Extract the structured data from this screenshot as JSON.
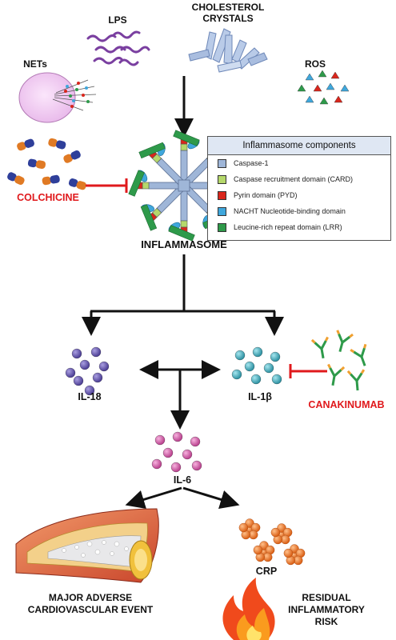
{
  "labels": {
    "lps": "LPS",
    "cholesterol": [
      "CHOLESTEROL",
      "CRYSTALS"
    ],
    "nets": "NETs",
    "ros": "ROS",
    "colchicine": "COLCHICINE",
    "inflammasome": "INFLAMMASOME",
    "il18": "IL-18",
    "il1b": "IL-1β",
    "canakinumab": "CANAKINUMAB",
    "il6": "IL-6",
    "crp": "CRP",
    "mace": [
      "MAJOR ADVERSE",
      "CARDIOVASCULAR EVENT"
    ],
    "risk": [
      "RESIDUAL",
      "INFLAMMATORY",
      "RISK"
    ]
  },
  "legend": {
    "title": "Inflammasome components",
    "items": [
      {
        "label": "Caspase-1",
        "color": "#9fb6d8"
      },
      {
        "label": "Caspase recruitment domain (CARD)",
        "color": "#b5d86b"
      },
      {
        "label": "Pyrin domain (PYD)",
        "color": "#d9261c"
      },
      {
        "label": "NACHT Nucleotide-binding domain",
        "color": "#3fa7dc"
      },
      {
        "label": "Leucine-rich repeat domain (LRR)",
        "color": "#2e9a4a"
      }
    ]
  },
  "colors": {
    "il18": "#6a5bb5",
    "il1b": "#4ab8c8",
    "il6": "#e063b4",
    "crp": "#f07a2a",
    "inhibitor": "#e0191c",
    "lps": "#7a3fa0",
    "ros": [
      "#d9261c",
      "#3fa7dc",
      "#2e9a4a"
    ]
  }
}
